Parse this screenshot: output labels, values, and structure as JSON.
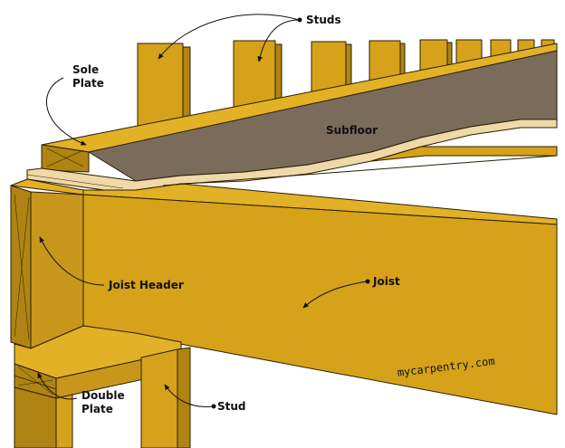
{
  "labels": {
    "studs": "Studs",
    "sole_plate": "Sole Plate",
    "subfloor": "Subfloor",
    "joist_header": "Joist Header",
    "joist": "Joist",
    "double_plate": "Double Plate",
    "stud": "Stud"
  },
  "watermark": "mycarpentry.com",
  "colors": {
    "lumber": "#d6a21a",
    "lumber_light": "#e2b126",
    "lumber_shade": "#b08413",
    "lumber_dark": "#9a7210",
    "subfloor_top": "#7a6b5b",
    "plywood_edge": "#f0d9a8",
    "outline": "#2a1e05"
  }
}
